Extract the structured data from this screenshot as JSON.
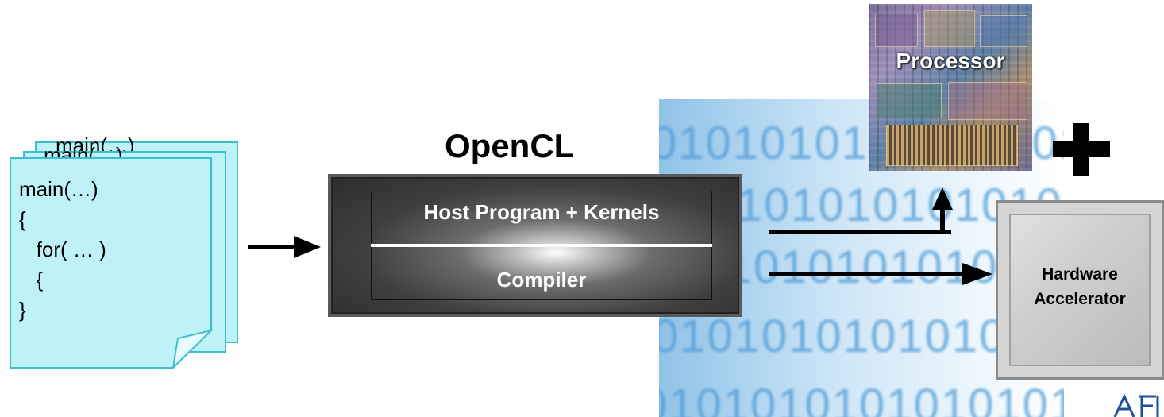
{
  "code_pages": {
    "code_lines": [
      "main(…)",
      "{",
      "   for( … )",
      "   {",
      "}"
    ],
    "ghost_line": "main(…)"
  },
  "opencl": {
    "title": "OpenCL",
    "top_label": "Host Program + Kernels",
    "bottom_label": "Compiler"
  },
  "processor": {
    "label": "Processor"
  },
  "plus_sign": "+",
  "accelerator": {
    "label_line1": "Hardware",
    "label_line2": "Accelerator"
  },
  "binary_background": {
    "row": "0101010101010101"
  },
  "colors": {
    "page_fill": "#bff2f6",
    "page_border": "#39bfd0",
    "arrow": "#000000",
    "opencl_box": "#3f3f3f",
    "binary_digits": "#4f9bd6"
  },
  "icons": [
    "document-stack-icon",
    "arrow-right-icon",
    "chip-icon",
    "plus-icon",
    "logo-icon"
  ]
}
